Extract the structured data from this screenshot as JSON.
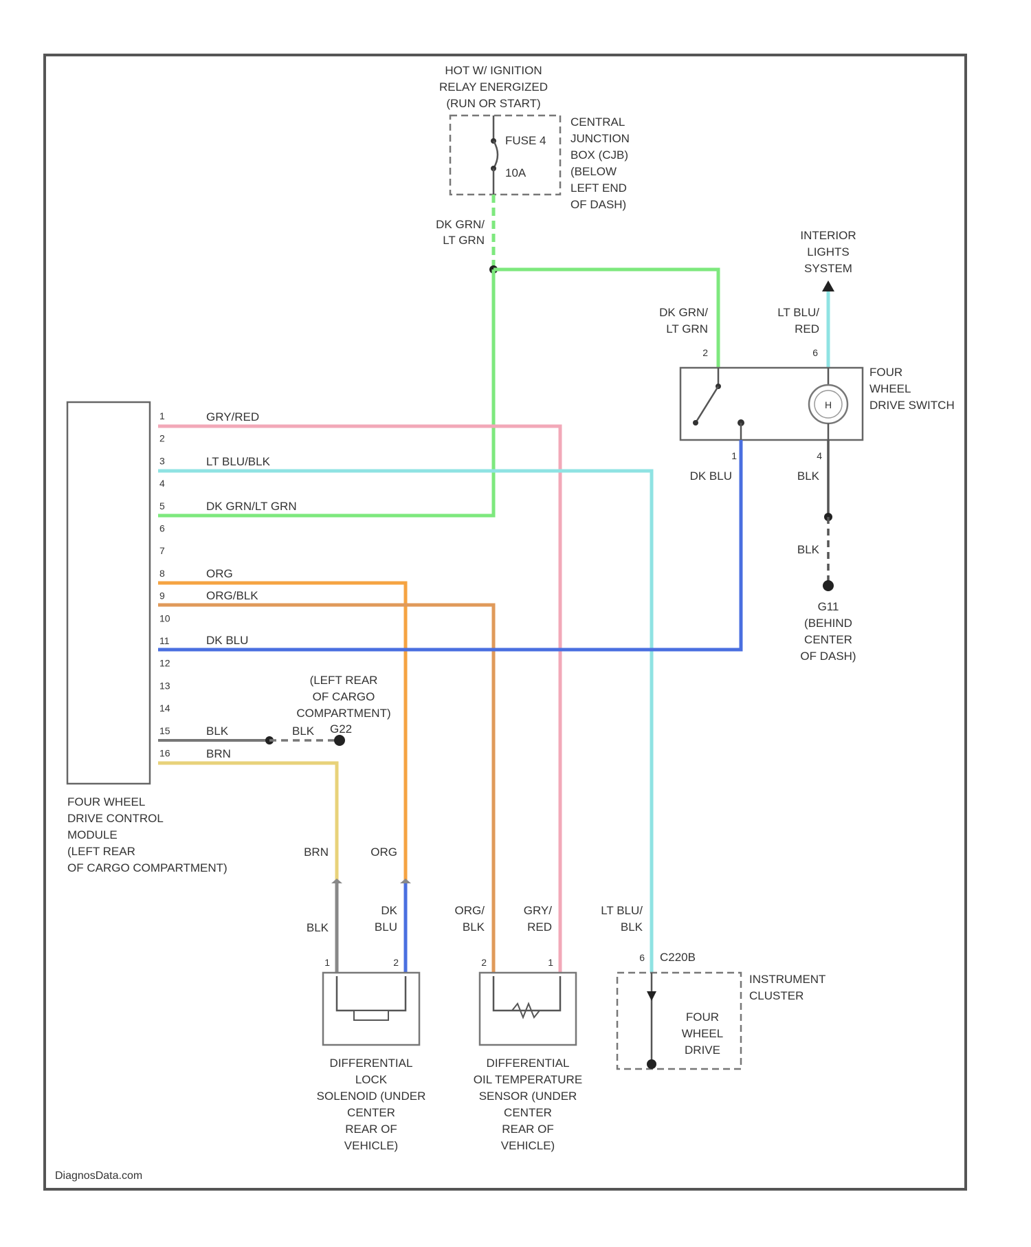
{
  "power": {
    "hot_label": [
      "HOT W/ IGNITION",
      "RELAY ENERGIZED",
      "(RUN OR START)"
    ],
    "fuse_name": "FUSE 4",
    "fuse_rating": "10A",
    "cjb_label": [
      "CENTRAL",
      "JUNCTION",
      "BOX (CJB)",
      "(BELOW",
      "LEFT END",
      "OF DASH)"
    ]
  },
  "wires": {
    "dkgrn_ltgrn": [
      "DK GRN/",
      "LT GRN"
    ],
    "dkgrn_ltgrn_switch": [
      "DK GRN/",
      "LT GRN"
    ],
    "ltblu_red": [
      "LT BLU/",
      "RED"
    ],
    "dkblu_switch": "DK BLU",
    "blk_switch": "BLK",
    "blk_ground": "BLK"
  },
  "interior_lights": [
    "INTERIOR",
    "LIGHTS",
    "SYSTEM"
  ],
  "switch": {
    "label": [
      "FOUR",
      "WHEEL",
      "DRIVE SWITCH"
    ],
    "pins": {
      "p2": "2",
      "p6": "6",
      "p1": "1",
      "p4": "4"
    }
  },
  "ground_g": [
    "G11",
    "(BEHIND",
    "CENTER",
    "OF DASH)"
  ],
  "module": {
    "label": [
      "FOUR WHEEL",
      "DRIVE CONTROL",
      "MODULE",
      "(LEFT REAR",
      "OF CARGO COMPARTMENT)"
    ],
    "pins": [
      "1",
      "2",
      "3",
      "4",
      "5",
      "6",
      "7",
      "8",
      "9",
      "10",
      "11",
      "12",
      "13",
      "14",
      "15",
      "16"
    ],
    "wire_labels": {
      "p1": "GRY/RED",
      "p3": "LT BLU/BLK",
      "p5": "DK GRN/LT GRN",
      "p8": "ORG",
      "p9": "ORG/BLK",
      "p11": "DK BLU",
      "p15": "BLK",
      "p16": "BRN"
    }
  },
  "cargo_ground": {
    "label": [
      "(LEFT REAR",
      "OF CARGO",
      "COMPARTMENT)"
    ],
    "wire": "BLK",
    "id": "G22"
  },
  "solenoid": {
    "wire_top_left": "BRN",
    "wire_top_right": "ORG",
    "wire_bottom_left": "BLK",
    "wire_bottom_right": [
      "DK",
      "BLU"
    ],
    "pin_left": "1",
    "pin_right": "2",
    "label": [
      "DIFFERENTIAL",
      "LOCK",
      "SOLENOID (UNDER",
      "CENTER",
      "REAR OF",
      "VEHICLE)"
    ]
  },
  "sensor": {
    "wire_left": [
      "ORG/",
      "BLK"
    ],
    "wire_right": [
      "GRY/",
      "RED"
    ],
    "pin_left": "2",
    "pin_right": "1",
    "label": [
      "DIFFERENTIAL",
      "OIL TEMPERATURE",
      "SENSOR (UNDER",
      "CENTER",
      "REAR OF",
      "VEHICLE)"
    ]
  },
  "cluster": {
    "wire": [
      "LT BLU/",
      "BLK"
    ],
    "pin": "6",
    "connector": "C220B",
    "label": [
      "INSTRUMENT",
      "CLUSTER"
    ],
    "indicator": [
      "FOUR",
      "WHEEL",
      "DRIVE"
    ]
  },
  "footer": "DiagnosData.com",
  "colors": {
    "green": "#7ee87e",
    "pink": "#f2a8b8",
    "cyan": "#8fe3e3",
    "blue": "#4a6fe0",
    "orange": "#f5a342",
    "orange_dark": "#e09a5a",
    "yellow": "#e8d27a",
    "gray": "#888888",
    "frame": "#555555"
  }
}
